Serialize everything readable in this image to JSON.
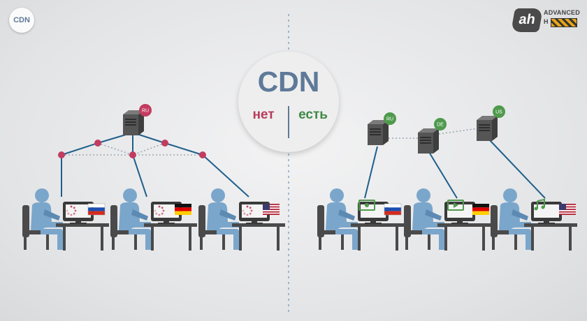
{
  "corner_badge": "CDN",
  "brand": {
    "mark": "ah",
    "line1": "ADVANCED",
    "line2": "H"
  },
  "center": {
    "title": "CDN",
    "without_label": "нет",
    "with_label": "есть"
  },
  "left_panel": {
    "server_region": "RU"
  },
  "right_panel": {
    "servers": [
      {
        "region": "RU"
      },
      {
        "region": "DE"
      },
      {
        "region": "US"
      }
    ]
  },
  "colors": {
    "user": "#7ba6cb",
    "chair": "#4a4a4a",
    "server": "#555555",
    "no_red": "#c23c5f",
    "yes_green": "#4f9a4c",
    "link_blue": "#1f5f8b"
  }
}
